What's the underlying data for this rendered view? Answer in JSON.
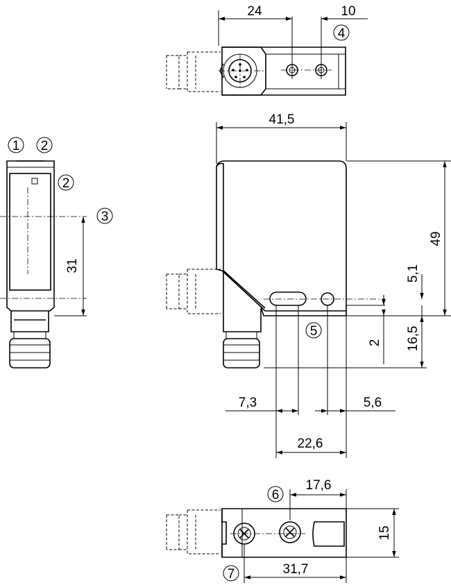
{
  "callouts": {
    "c1": "1",
    "c2": "2",
    "c3": "3",
    "c4": "4",
    "c5": "5",
    "c6": "6",
    "c7": "7"
  },
  "dimensions": {
    "d24": "24",
    "d10": "10",
    "d41_5": "41,5",
    "d49": "49",
    "d31": "31",
    "d5_1": "5,1",
    "d2": "2",
    "d16_5": "16,5",
    "d7_3": "7,3",
    "d5_6": "5,6",
    "d22_6": "22,6",
    "d17_6": "17,6",
    "d15": "15",
    "d31_7": "31,7"
  }
}
